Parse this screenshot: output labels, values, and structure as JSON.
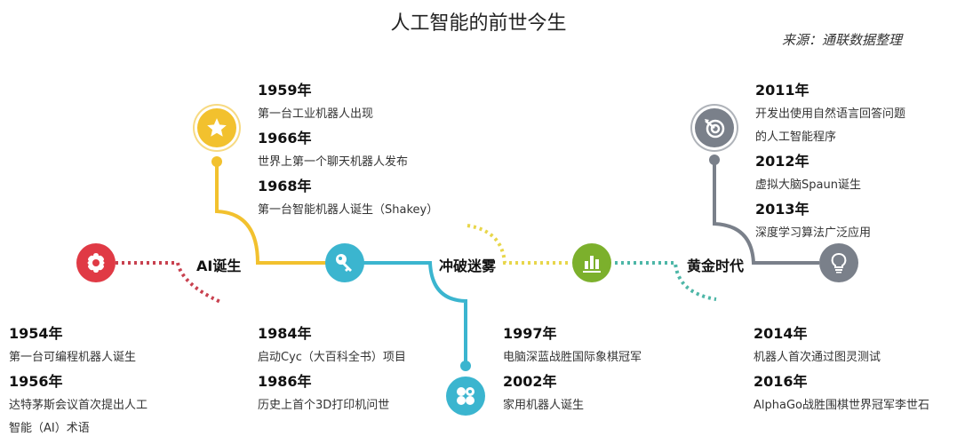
{
  "header": {
    "title": "人工智能的前世今生",
    "source": "来源：通联数据整理"
  },
  "colors": {
    "red": "#E03A45",
    "yellow": "#F2C12E",
    "blue": "#3BB5CF",
    "green": "#7CB02C",
    "teal": "#4DB6A7",
    "gray": "#7A808A"
  },
  "phases": [
    {
      "label": "AI诞生",
      "color": "#E03A45"
    },
    {
      "label": "冲破迷雾",
      "color": "#3BB5CF"
    },
    {
      "label": "黄金时代",
      "color": "#7A808A"
    }
  ],
  "icons": [
    {
      "name": "gear-icon",
      "color": "#E03A45"
    },
    {
      "name": "star-icon",
      "color": "#F2C12E"
    },
    {
      "name": "key-icon",
      "color": "#3BB5CF"
    },
    {
      "name": "clover-icon",
      "color": "#3BB5CF"
    },
    {
      "name": "bar-chart-icon",
      "color": "#7CB02C"
    },
    {
      "name": "target-icon",
      "color": "#7A808A"
    },
    {
      "name": "lightbulb-icon",
      "color": "#7A808A"
    }
  ],
  "events": {
    "group_1950s": [
      {
        "year": "1954年",
        "desc": [
          "第一台可编程机器人诞生"
        ]
      },
      {
        "year": "1956年",
        "desc": [
          "达特茅斯会议首次提出人工",
          "智能（AI）术语"
        ]
      }
    ],
    "group_1960s": [
      {
        "year": "1959年",
        "desc": [
          "第一台工业机器人出现"
        ]
      },
      {
        "year": "1966年",
        "desc": [
          "世界上第一个聊天机器人发布"
        ]
      },
      {
        "year": "1968年",
        "desc": [
          "第一台智能机器人诞生（Shakey）"
        ]
      }
    ],
    "group_1980s": [
      {
        "year": "1984年",
        "desc": [
          "启动Cyc（大百科全书）项目"
        ]
      },
      {
        "year": "1986年",
        "desc": [
          "历史上首个3D打印机问世"
        ]
      }
    ],
    "group_1990s": [
      {
        "year": "1997年",
        "desc": [
          "电脑深蓝战胜国际象棋冠军"
        ]
      },
      {
        "year": "2002年",
        "desc": [
          "家用机器人诞生"
        ]
      }
    ],
    "group_2010s_a": [
      {
        "year": "2011年",
        "desc": [
          "开发出使用自然语言回答问题",
          "的人工智能程序"
        ]
      },
      {
        "year": "2012年",
        "desc": [
          "虚拟大脑Spaun诞生"
        ]
      },
      {
        "year": "2013年",
        "desc": [
          "深度学习算法广泛应用"
        ]
      }
    ],
    "group_2010s_b": [
      {
        "year": "2014年",
        "desc": [
          "机器人首次通过图灵测试"
        ]
      },
      {
        "year": "2016年",
        "desc": [
          "AlphaGo战胜围棋世界冠军李世石"
        ]
      }
    ]
  }
}
